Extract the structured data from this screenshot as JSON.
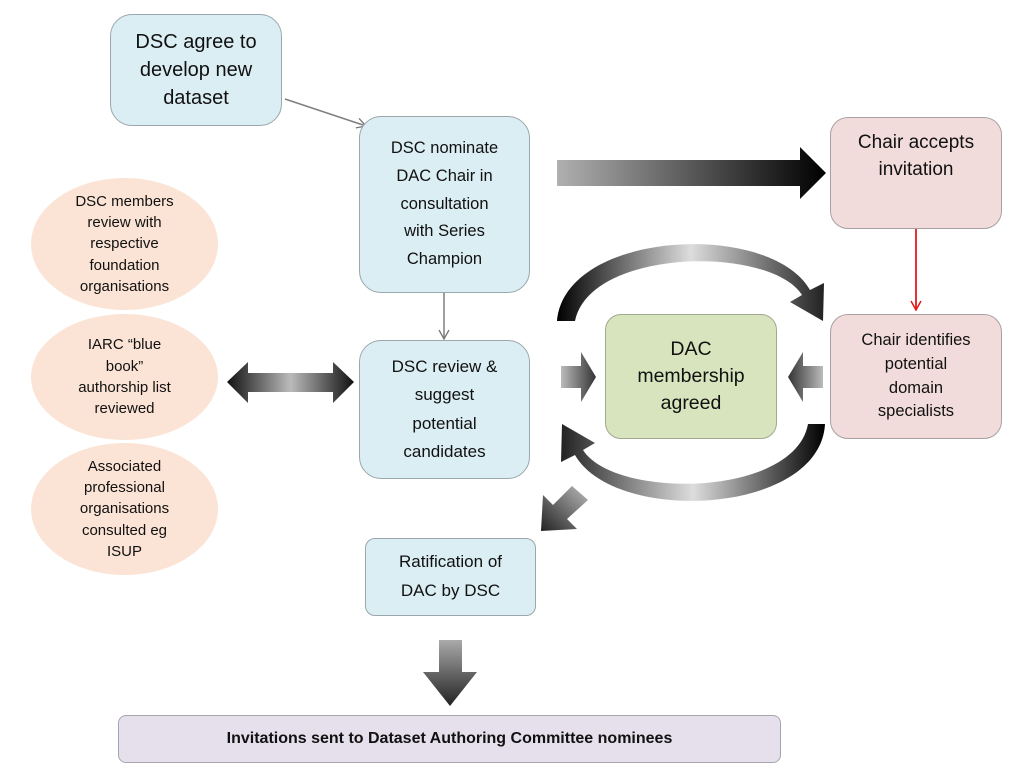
{
  "nodes": {
    "dsc_agree": "DSC agree to\ndevelop new\ndataset",
    "dsc_nominate": "DSC nominate\nDAC Chair in\nconsultation\nwith Series\nChampion",
    "chair_accepts": "Chair accepts\ninvitation",
    "dsc_review": "DSC review &\nsuggest\npotential\ncandidates",
    "dac_membership": "DAC\nmembership\nagreed",
    "chair_identifies": "Chair identifies\npotential\ndomain\nspecialists",
    "ratification": "Ratification of\nDAC by DSC",
    "invitations": "Invitations sent to Dataset Authoring Committee nominees"
  },
  "sources": [
    "DSC members\nreview with\nrespective\nfoundation\norganisations",
    "IARC “blue\nbook”\nauthorship list\nreviewed",
    "Associated\nprofessional\norganisations\nconsulted eg\nISUP"
  ],
  "colors": {
    "process_blue": "#dbeef4",
    "chair_pink": "#f2dcdb",
    "agreed_green": "#d7e4bd",
    "final_purple": "#e5e0ec",
    "source_peach": "#fbe4d5",
    "red_connector": "#e31b1b"
  }
}
